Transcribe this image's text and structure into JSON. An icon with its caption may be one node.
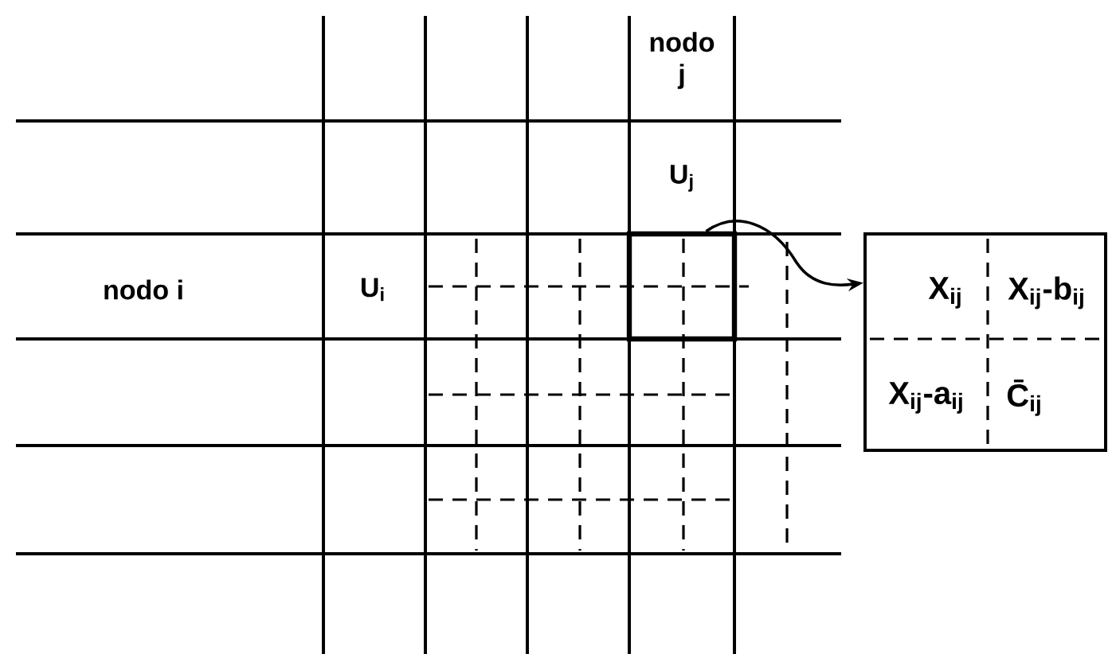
{
  "diagram": {
    "nodes": [
      {
        "text": [],
        "shape": "box"
      },
      {
        "text": [
          "X$_{ij}$",
          "X$_{ij}$-b$_{ij}$",
          "X$_{ij}$-a$_{ij}$",
          "C̄$_{ij}$"
        ]
      }
    ],
    "edges": [
      {
        "from": 0,
        "to": 1,
        "arrow": "to"
      }
    ],
    "labels": [
      "nodo j",
      "U$_{j}$",
      "nodo i",
      "U$_{i}$"
    ]
  }
}
